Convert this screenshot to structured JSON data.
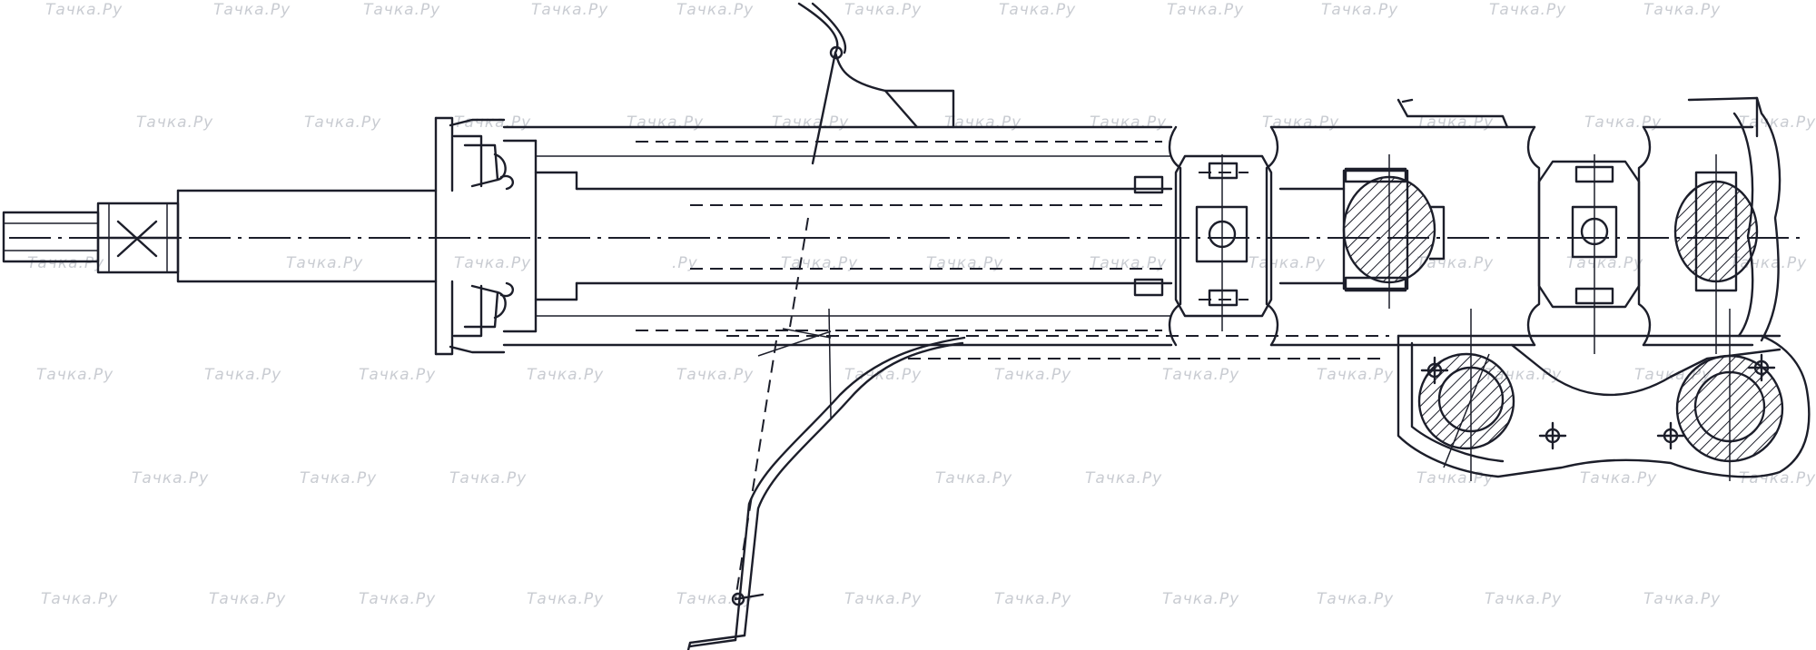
{
  "watermark": {
    "text": "Тачка.Ру",
    "partial_text": ".Ру",
    "color": "#c9ccd2"
  },
  "drawing": {
    "line_color": "#1c1e2a",
    "background": "#ffffff",
    "icon": "shock-absorber-strut-diagram"
  }
}
